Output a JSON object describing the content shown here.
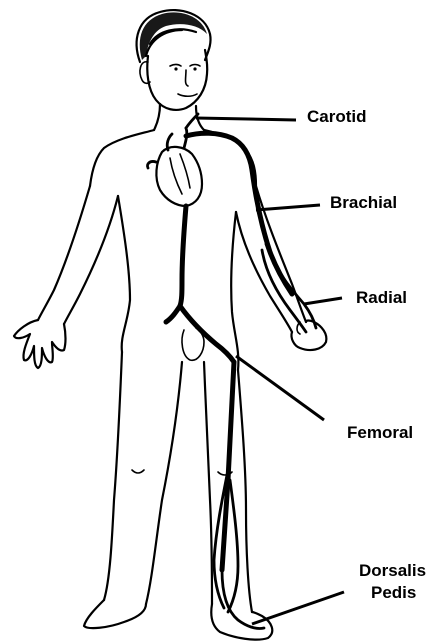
{
  "labels": {
    "carotid": "Carotid",
    "brachial": "Brachial",
    "radial": "Radial",
    "femoral": "Femoral",
    "dorsalis_line1": "Dorsalis",
    "dorsalis_line2": "Pedis"
  }
}
